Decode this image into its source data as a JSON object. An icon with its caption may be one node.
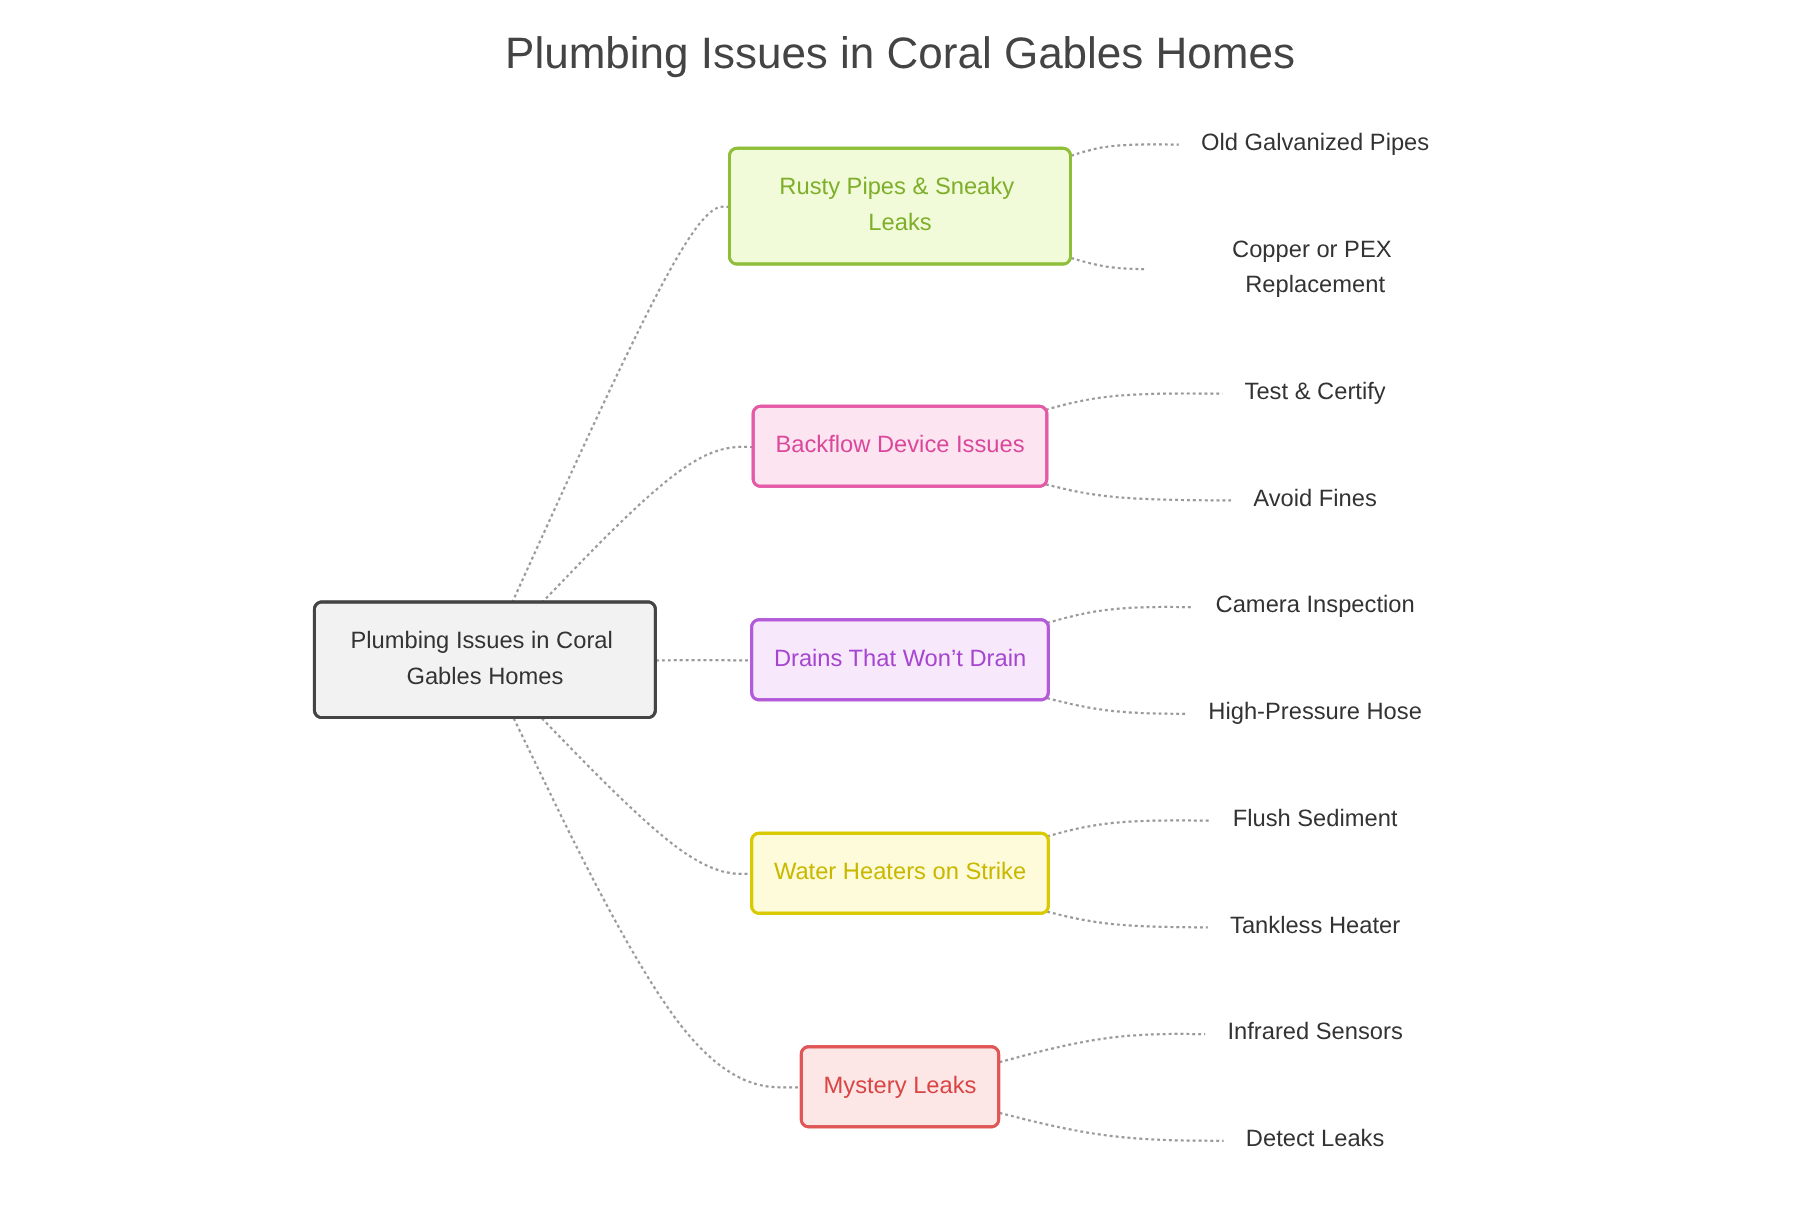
{
  "diagram": {
    "title": "Plumbing Issues in Coral Gables Homes",
    "nodes": [
      {
        "text": [
          "Plumbing Issues in Coral Gables Homes"
        ]
      },
      {
        "text": [
          "Rusty Pipes & Sneaky Leaks"
        ]
      },
      {
        "text": [
          "Old Galvanized Pipes"
        ]
      },
      {
        "text": [
          "Copper or PEX Replacement"
        ]
      },
      {
        "text": [
          "Backflow Device Issues"
        ]
      },
      {
        "text": [
          "Test & Certify"
        ]
      },
      {
        "text": [
          "Avoid Fines"
        ]
      },
      {
        "text": [
          "Drains That Won’t Drain"
        ]
      },
      {
        "text": [
          "Camera Inspection"
        ]
      },
      {
        "text": [
          "High-Pressure Hose"
        ]
      },
      {
        "text": [
          "Water Heaters on Strike"
        ]
      },
      {
        "text": [
          "Flush Sediment"
        ]
      },
      {
        "text": [
          "Tankless Heater"
        ]
      },
      {
        "text": [
          "Mystery Leaks"
        ]
      },
      {
        "text": [
          "Infrared Sensors"
        ]
      },
      {
        "text": [
          "Detect Leaks"
        ]
      }
    ],
    "edges": [
      {
        "from": 0,
        "to": 1,
        "arrow": "none",
        "style": "dashed"
      },
      {
        "from": 1,
        "to": 2,
        "arrow": "none",
        "style": "dashed"
      },
      {
        "from": 1,
        "to": 3,
        "arrow": "none",
        "style": "dashed"
      },
      {
        "from": 0,
        "to": 4,
        "arrow": "none",
        "style": "dashed"
      },
      {
        "from": 4,
        "to": 5,
        "arrow": "none",
        "style": "dashed"
      },
      {
        "from": 4,
        "to": 6,
        "arrow": "none",
        "style": "dashed"
      },
      {
        "from": 0,
        "to": 7,
        "arrow": "none",
        "style": "dashed"
      },
      {
        "from": 7,
        "to": 8,
        "arrow": "none",
        "style": "dashed"
      },
      {
        "from": 7,
        "to": 9,
        "arrow": "none",
        "style": "dashed"
      },
      {
        "from": 0,
        "to": 10,
        "arrow": "none",
        "style": "dashed"
      },
      {
        "from": 10,
        "to": 11,
        "arrow": "none",
        "style": "dashed"
      },
      {
        "from": 10,
        "to": 12,
        "arrow": "none",
        "style": "dashed"
      },
      {
        "from": 0,
        "to": 13,
        "arrow": "none",
        "style": "dashed"
      },
      {
        "from": 13,
        "to": 14,
        "arrow": "none",
        "style": "dashed"
      },
      {
        "from": 13,
        "to": 15,
        "arrow": "none",
        "style": "dashed"
      }
    ]
  }
}
